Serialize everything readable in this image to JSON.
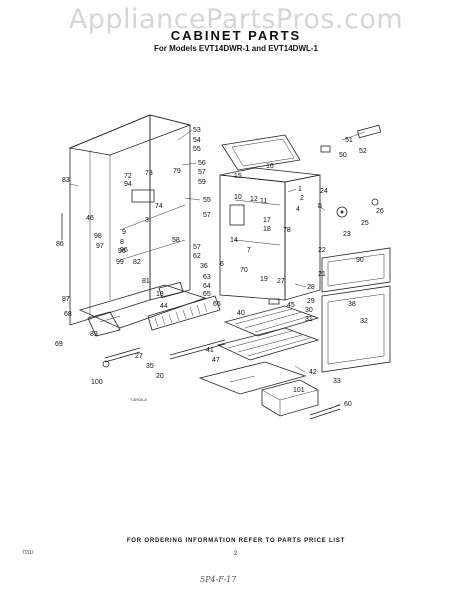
{
  "watermark": "AppliancePartsPros.com",
  "title": "CABINET PARTS",
  "subtitle": "For Models EVT14DWR-1 and EVT14DWL-1",
  "footer_note": "FOR ORDERING INFORMATION REFER TO PARTS PRICE LIST",
  "page_code": "7/31/",
  "page_number": "2",
  "handwritten_note": "5P4-F-17",
  "figure_code": "T-B908-A",
  "callouts": [
    "53",
    "54",
    "55",
    "56",
    "57",
    "59",
    "55",
    "57",
    "58",
    "57",
    "62",
    "36",
    "63",
    "64",
    "65",
    "66",
    "73",
    "72",
    "79",
    "94",
    "74",
    "3",
    "9",
    "8",
    "96",
    "1",
    "2",
    "4",
    "16",
    "15",
    "10",
    "12",
    "11",
    "14",
    "17",
    "18",
    "78",
    "7",
    "6",
    "70",
    "19",
    "27",
    "21",
    "22",
    "23",
    "24",
    "25",
    "26",
    "5",
    "90",
    "28",
    "29",
    "30",
    "31",
    "32",
    "33",
    "38",
    "45",
    "13",
    "44",
    "81",
    "82",
    "99",
    "96",
    "97",
    "86",
    "98",
    "83",
    "46",
    "87",
    "68",
    "89",
    "69",
    "100",
    "35",
    "27",
    "20",
    "47",
    "41",
    "40",
    "42",
    "60",
    "101",
    "51",
    "50",
    "52"
  ]
}
